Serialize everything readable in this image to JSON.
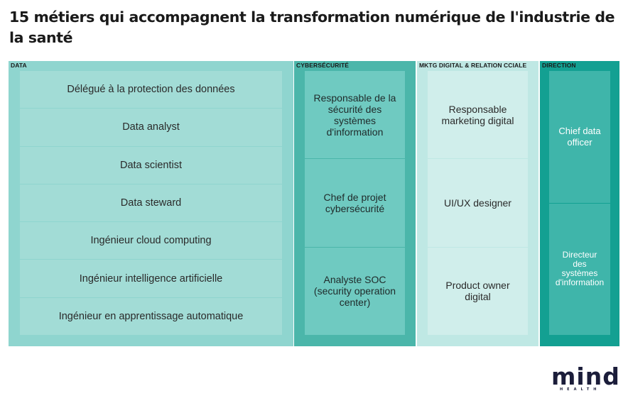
{
  "title": "15 métiers qui accompagnent la transformation numérique de l'industrie de la santé",
  "chart_data": {
    "type": "treemap",
    "groups": [
      {
        "name": "DATA",
        "color": "#8fd5cf",
        "cell_color": "#a2dcd6",
        "text_color": "#2a2a2a",
        "items": [
          "Délégué à la protection des données",
          "Data analyst",
          "Data scientist",
          "Data steward",
          "Ingénieur cloud computing",
          "Ingénieur intelligence artificielle",
          "Ingénieur en apprentissage automatique"
        ]
      },
      {
        "name": "CYBERSÉCURITÉ",
        "color": "#4bb6aa",
        "cell_color": "#6fcac1",
        "text_color": "#1f2a2a",
        "items": [
          "Responsable de la sécurité des systèmes d'information",
          "Chef de projet cybersécurité",
          "Analyste SOC (security operation center)"
        ]
      },
      {
        "name": "MKTG DIGITAL & RELATION CCIALE",
        "color": "#bfe8e4",
        "cell_color": "#d0eeeb",
        "text_color": "#2a2a2a",
        "items": [
          "Responsable marketing digital",
          "UI/UX designer",
          "Product owner digital"
        ]
      },
      {
        "name": "DIRECTION",
        "color": "#13a092",
        "cell_color": "#3fb5aa",
        "text_color": "#ffffff",
        "items": [
          "Chief data officer",
          "Directeur des systèmes d'information"
        ]
      }
    ]
  },
  "logo": {
    "word": "mind",
    "sub": "HEALTH",
    "color": "#1b1d3a"
  }
}
